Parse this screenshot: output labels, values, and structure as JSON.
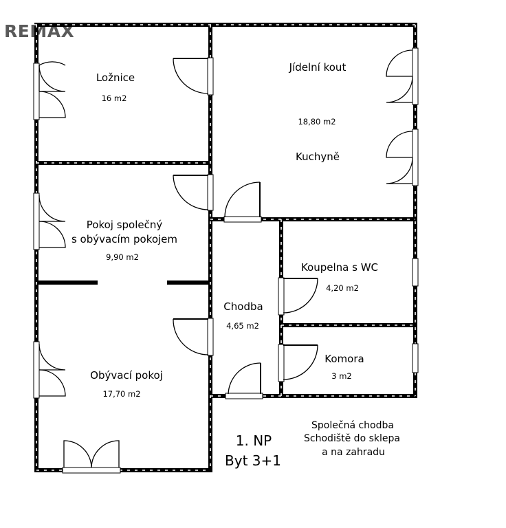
{
  "brand": {
    "logo": "REMAX"
  },
  "rooms": {
    "loznice": {
      "name": "Ložnice",
      "area": "16 m2"
    },
    "jidelni": {
      "name": "Jídelní kout",
      "area": "18,80 m2"
    },
    "kuchyne": {
      "name": "Kuchyně"
    },
    "pokoj": {
      "name_line1": "Pokoj společný",
      "name_line2": "s obývacím pokojem",
      "area": "9,90 m2"
    },
    "koupelna": {
      "name": "Koupelna s WC",
      "area": "4,20 m2"
    },
    "chodba": {
      "name": "Chodba",
      "area": "4,65 m2"
    },
    "komora": {
      "name": "Komora",
      "area": "3 m2"
    },
    "obyvaci": {
      "name": "Obývací pokoj",
      "area": "17,70 m2"
    }
  },
  "notes": {
    "spolecna_line1": "Společná chodba",
    "spolecna_line2": "Schodiště do sklepa",
    "spolecna_line3": "a na zahradu",
    "floor": "1. NP",
    "unit": "Byt 3+1"
  }
}
